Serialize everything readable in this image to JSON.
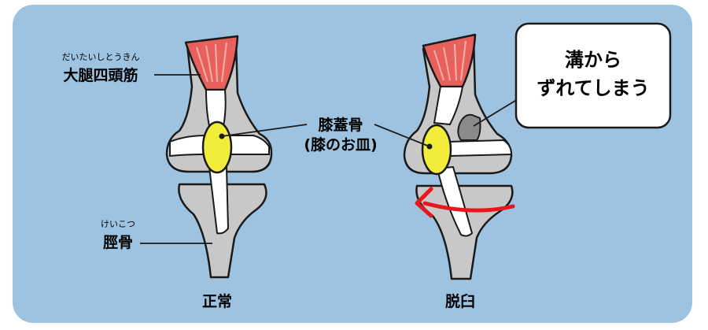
{
  "labels": {
    "quadriceps": {
      "ruby": "だいたいしとうきん",
      "text": "大腿四頭筋"
    },
    "tibia": {
      "ruby": "けいこつ",
      "text": "脛骨"
    },
    "patella": {
      "line1": "膝蓋骨",
      "line2": "(膝のお皿)"
    },
    "normal": "正常",
    "dislocation": "脱臼"
  },
  "bubble": {
    "line1": "溝から",
    "line2": "ずれてしまう"
  },
  "colors": {
    "background": "#9dc3e0",
    "bone": "#c8c8c8",
    "tendon": "#ffffff",
    "patella": "#f2ec3a",
    "muscle": "#e8605c",
    "arrow": "#e8161e",
    "outline": "#1a1a1a"
  }
}
